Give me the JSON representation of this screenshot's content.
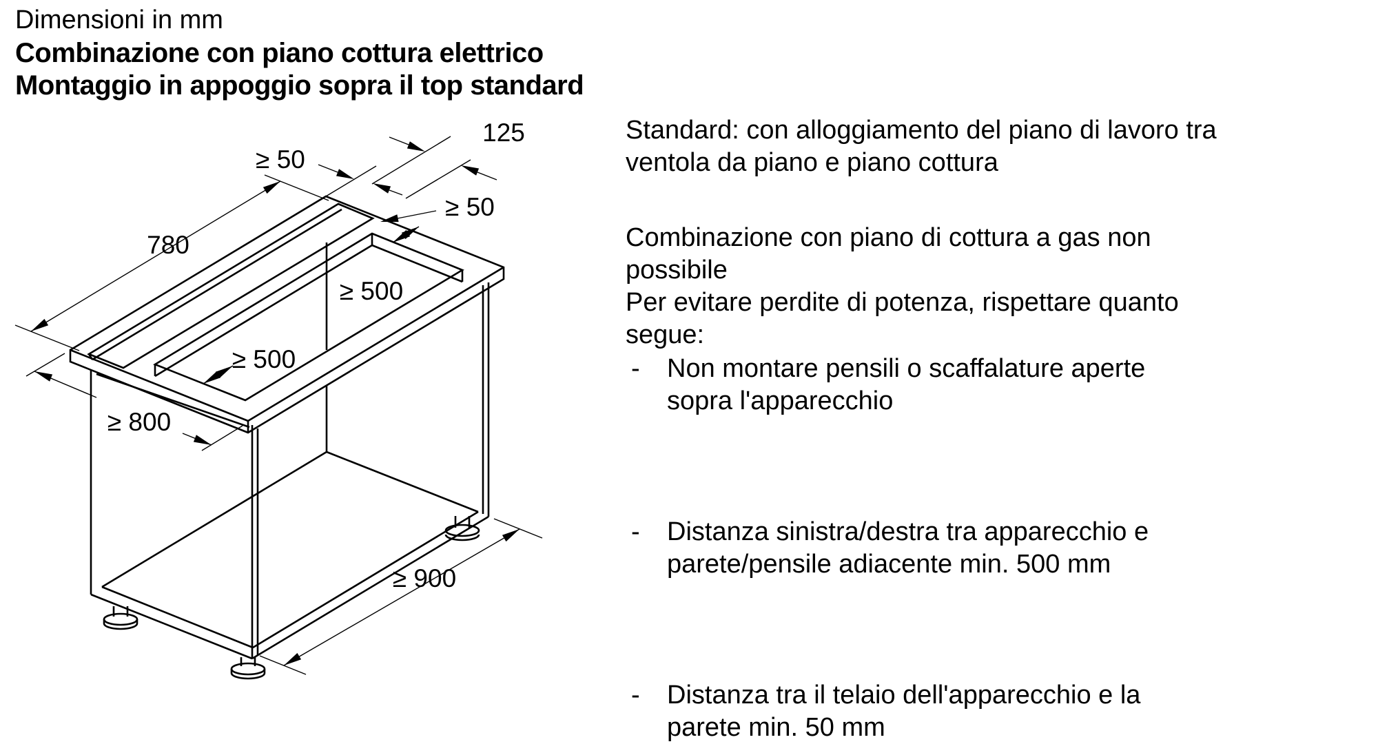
{
  "title": {
    "line1": "Dimensioni in mm",
    "line2": "Combinazione con piano cottura elettrico",
    "line3": "Montaggio in appoggio sopra il top standard"
  },
  "diagram": {
    "dims": {
      "slot_length": "780",
      "slot_width": "125",
      "back_clearance": "≥ 50",
      "bar_clearance": "≥ 50",
      "side_clearance_right": "≥ 500",
      "side_clearance_left": "≥ 500",
      "worktop_height": "≥ 800",
      "cabinet_width": "≥ 900"
    }
  },
  "notes": {
    "dash": "-",
    "para1": [
      "Standard: con alloggiamento del piano di lavoro tra",
      "ventola da piano e piano cottura"
    ],
    "para2": [
      "Combinazione con piano di cottura a gas non",
      "possibile",
      "Per evitare perdite di potenza, rispettare quanto",
      "segue:"
    ],
    "bullet1": [
      "Non montare pensili o scaffalature aperte",
      "sopra l'apparecchio"
    ],
    "bullet2": [
      "Distanza sinistra/destra tra apparecchio e",
      "parete/pensile adiacente min. 500 mm"
    ],
    "bullet3": [
      "Distanza tra il telaio dell'apparecchio e la",
      "parete min. 50 mm"
    ]
  }
}
